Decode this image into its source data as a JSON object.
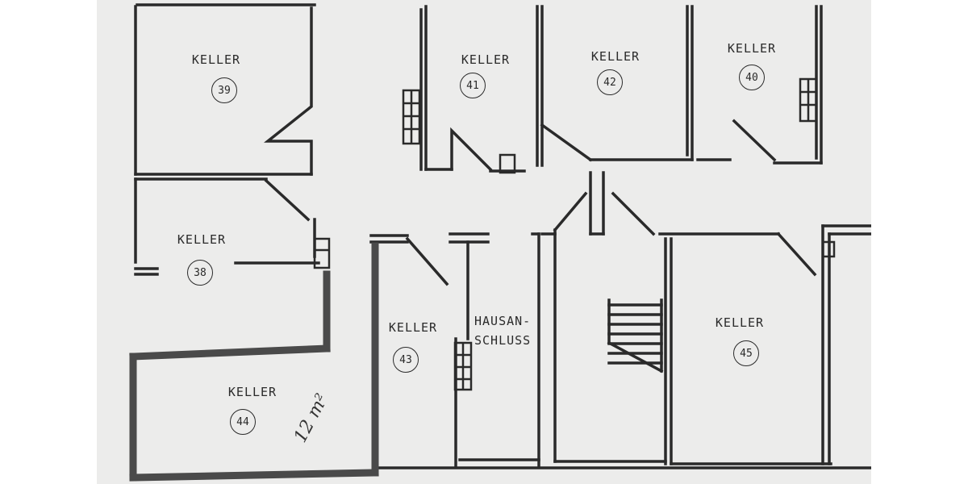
{
  "rooms": [
    {
      "label": "KELLER",
      "number": "39"
    },
    {
      "label": "KELLER",
      "number": "41"
    },
    {
      "label": "KELLER",
      "number": "42"
    },
    {
      "label": "KELLER",
      "number": "40"
    },
    {
      "label": "KELLER",
      "number": "38"
    },
    {
      "label": "KELLER",
      "number": "43"
    },
    {
      "label": "KELLER",
      "number": "45"
    },
    {
      "label": "KELLER",
      "number": "44"
    }
  ],
  "hausanschluss": {
    "line1": "HAUSAN-",
    "line2": "SCHLUSS"
  },
  "handwritten_note": "12 m²",
  "colors": {
    "paper": "#ececeb",
    "ink": "#2a2a2a",
    "highlight": "#4a4a4a"
  }
}
